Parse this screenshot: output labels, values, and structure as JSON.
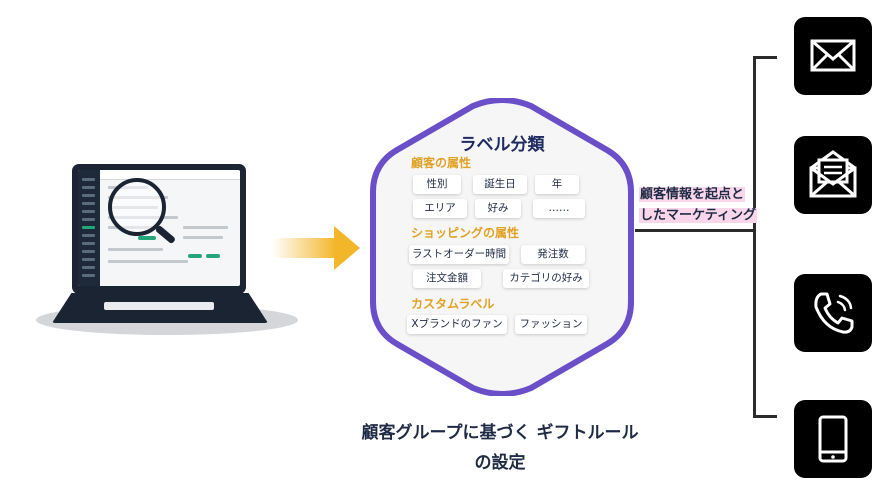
{
  "hexagon": {
    "title": "ラベル分類",
    "sections": [
      {
        "title": "顧客の属性",
        "chips": [
          "性別",
          "誕生日",
          "年",
          "エリア",
          "好み",
          "……"
        ]
      },
      {
        "title": "ショッピングの属性",
        "chips": [
          "ラストオーダー時間",
          "発注数",
          "注文金額",
          "カテゴリの好み"
        ]
      },
      {
        "title": "カスタムラベル",
        "chips": [
          "Xブランドのファン",
          "ファッション"
        ]
      }
    ]
  },
  "callout": {
    "line1": "顧客情報を起点と",
    "line2": "したマーケティング"
  },
  "channels": [
    {
      "icon": "mail-icon"
    },
    {
      "icon": "newsletter-icon"
    },
    {
      "icon": "phone-call-icon"
    },
    {
      "icon": "mobile-icon"
    }
  ],
  "caption": {
    "line1": "顧客グループに基づく ギフトルール",
    "line2": "の設定"
  },
  "colors": {
    "hexagon_border": "#6a4fc9",
    "section_title": "#e0a125",
    "arrow": "#f3b62a",
    "callout_highlight": "#f9d6ea",
    "icon_tile": "#000000"
  }
}
